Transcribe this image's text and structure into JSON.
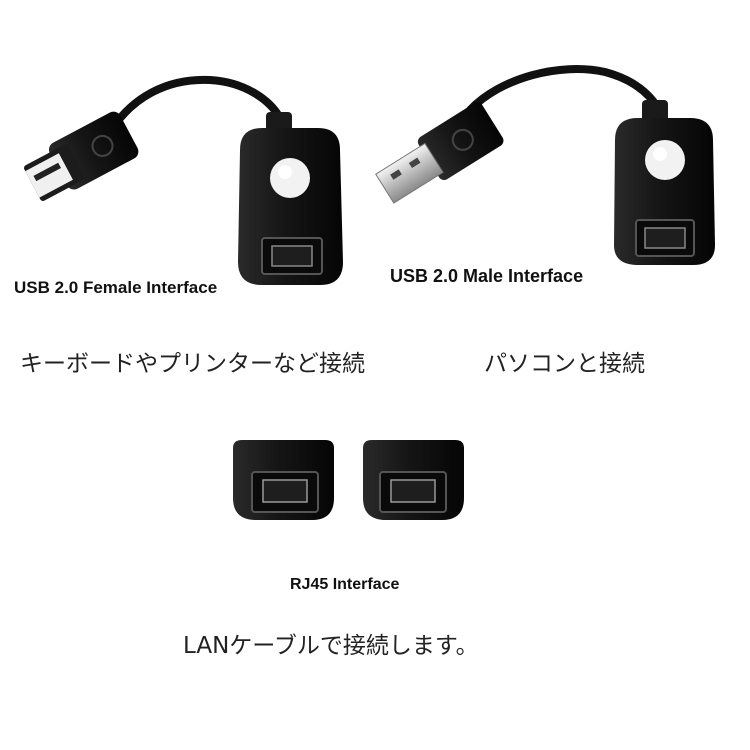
{
  "captions": {
    "usb_female": "USB 2.0 Female Interface",
    "usb_male": "USB 2.0 Male Interface",
    "rj45": "RJ45 Interface"
  },
  "descriptions": {
    "keyboard_printer": "キーボードやプリンターなど接続",
    "pc": "パソコンと接続",
    "lan": "LANケーブルで接続します。"
  },
  "colors": {
    "device_body": "#141414",
    "device_highlight": "#3a3a3a",
    "led_window": "#f2f2f2",
    "usb_metal": "#d9d9d9",
    "background": "#ffffff"
  }
}
